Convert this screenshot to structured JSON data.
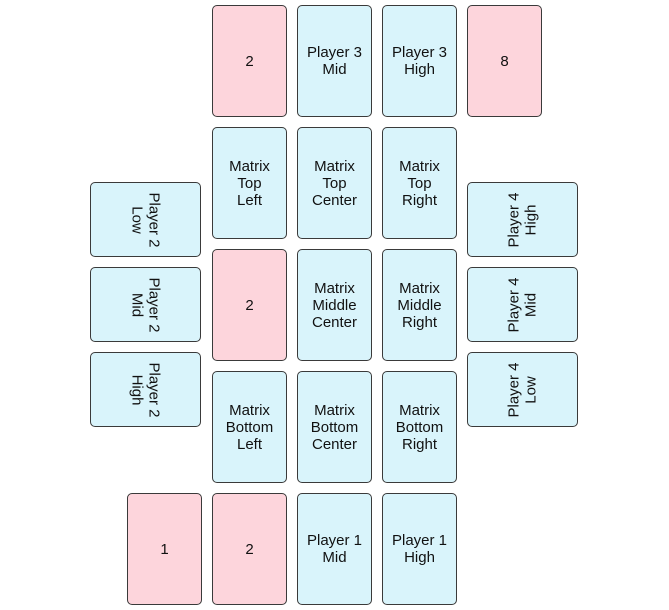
{
  "colors": {
    "blue_card": "#d9f4fb",
    "pink_card": "#fdd5dc",
    "border": "#3a3a3a"
  },
  "player3": {
    "left_card": "2",
    "mid": "Player 3\nMid",
    "high": "Player 3\nHigh",
    "right_card": "8"
  },
  "matrix": {
    "top_left": "Matrix\nTop\nLeft",
    "top_center": "Matrix\nTop\nCenter",
    "top_right": "Matrix\nTop\nRight",
    "middle_left": "2",
    "middle_center": "Matrix\nMiddle\nCenter",
    "middle_right": "Matrix\nMiddle\nRight",
    "bottom_left": "Matrix\nBottom\nLeft",
    "bottom_center": "Matrix\nBottom\nCenter",
    "bottom_right": "Matrix\nBottom\nRight"
  },
  "player2": {
    "low": "Player 2\nLow",
    "mid": "Player 2\nMid",
    "high": "Player 2\nHigh"
  },
  "player4": {
    "high": "Player 4\nHigh",
    "mid": "Player 4\nMid",
    "low": "Player 4\nLow"
  },
  "player1": {
    "card_a": "1",
    "card_b": "2",
    "mid": "Player 1\nMid",
    "high": "Player 1\nHigh"
  }
}
